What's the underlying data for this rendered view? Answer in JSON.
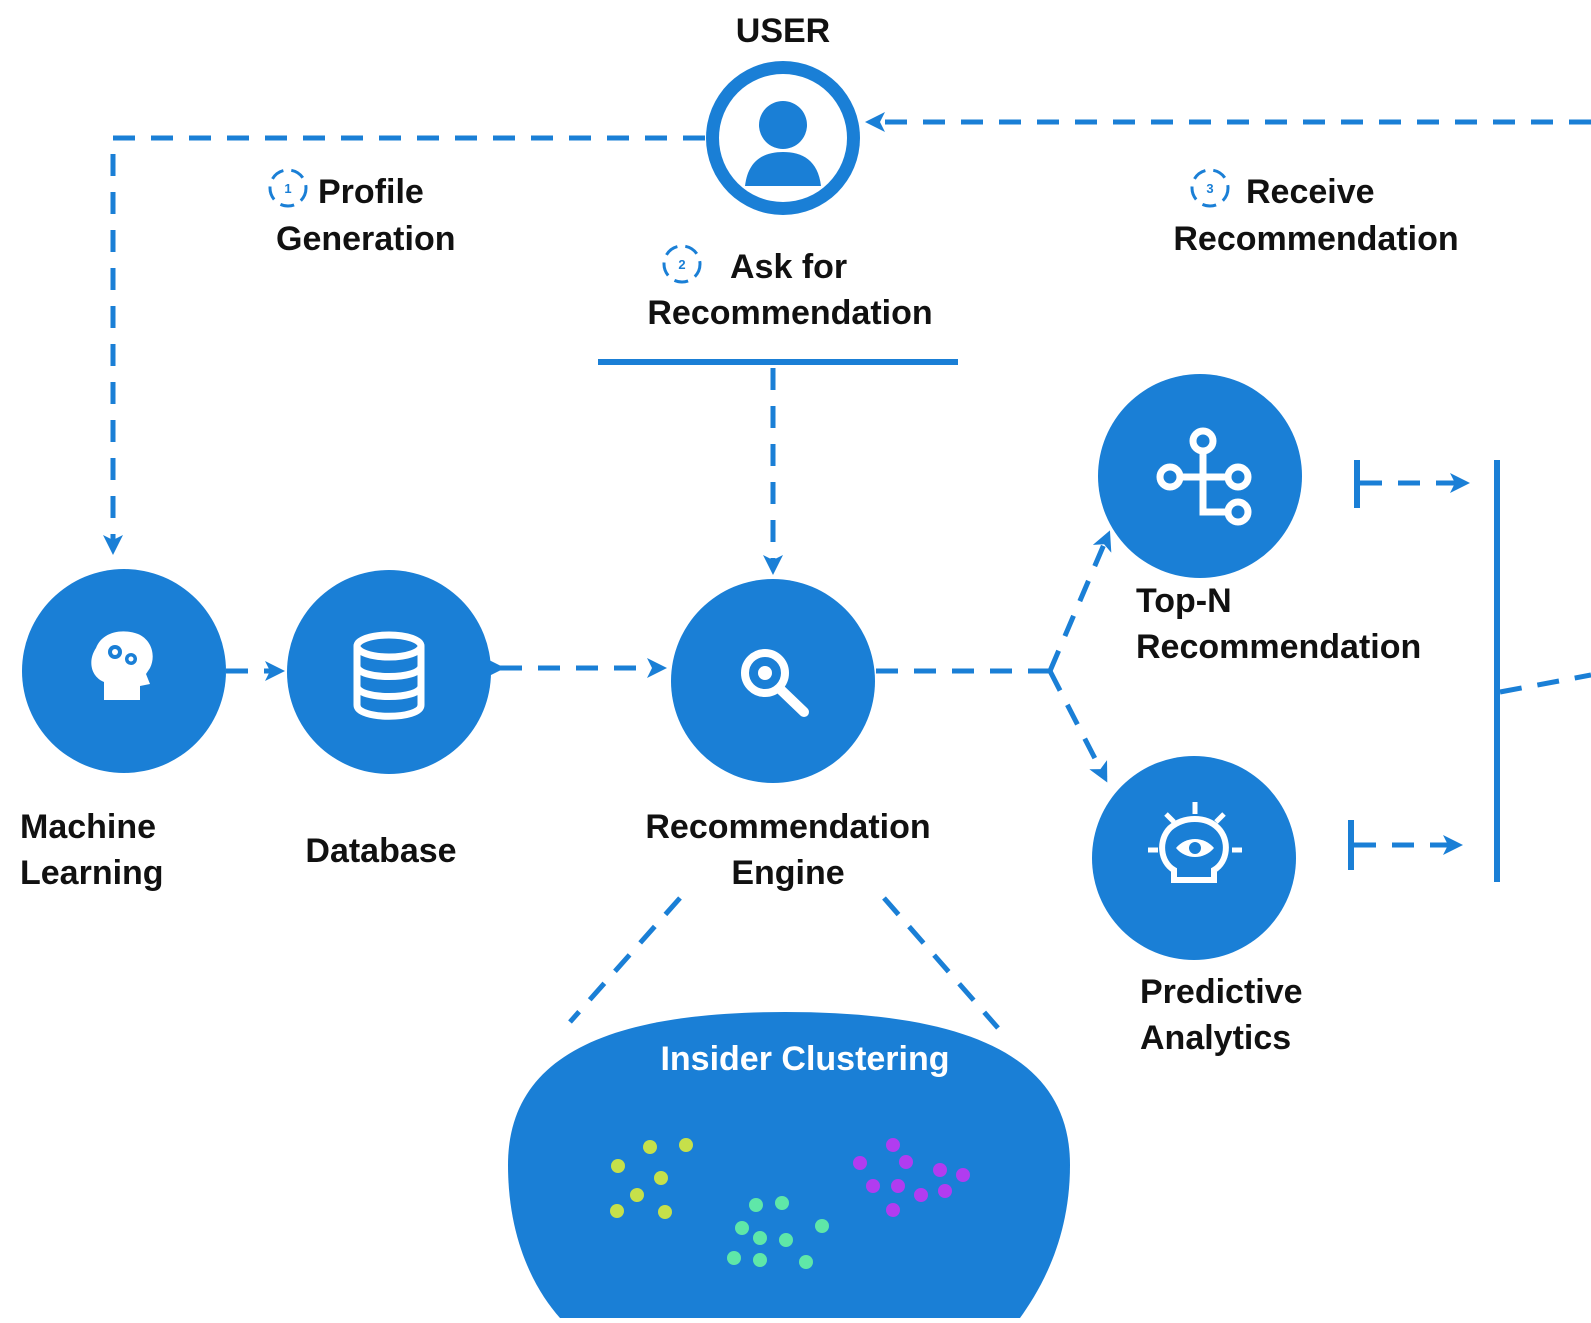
{
  "colors": {
    "accent": "#1a7fd6",
    "cluster_yellow": "#c6e04a",
    "cluster_green": "#5fe7a8",
    "cluster_purple": "#b13cf0"
  },
  "nodes": {
    "user": {
      "label": "USER",
      "icon": "user-icon"
    },
    "machine_learning": {
      "label_lines": [
        "Machine",
        "Learning"
      ],
      "icon": "brain-gears-icon"
    },
    "database": {
      "label": "Database",
      "icon": "database-icon"
    },
    "engine": {
      "label_lines": [
        "Recommendation",
        "Engine"
      ],
      "icon": "search-gear-icon"
    },
    "top_n": {
      "label_lines": [
        "Top-N",
        "Recommendation"
      ],
      "icon": "network-tree-icon"
    },
    "predictive": {
      "label_lines": [
        "Predictive",
        "Analytics"
      ],
      "icon": "eye-lightbulb-icon"
    }
  },
  "steps": [
    {
      "number": "1",
      "label_lines": [
        "Profile",
        "Generation"
      ]
    },
    {
      "number": "2",
      "label_lines": [
        "Ask for",
        "Recommendation"
      ]
    },
    {
      "number": "3",
      "label_lines": [
        "Receive",
        "Recommendation"
      ]
    }
  ],
  "cluster": {
    "label": "Insider Clustering"
  }
}
